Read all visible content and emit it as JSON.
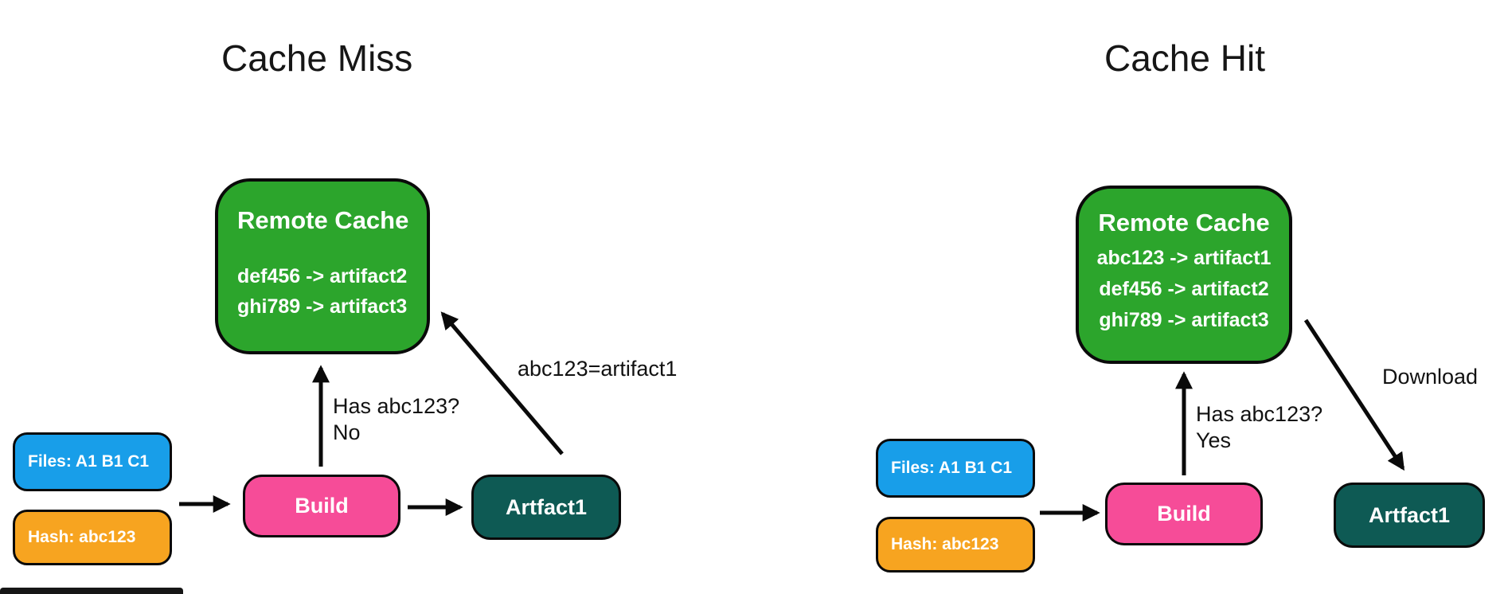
{
  "colors": {
    "green": "#2ca52c",
    "blue": "#189ee9",
    "orange": "#f7a420",
    "pink": "#f64c98",
    "teal": "#0e5a54",
    "ink": "#0a0a0a"
  },
  "left": {
    "title": "Cache Miss",
    "remote_cache": {
      "title": "Remote Cache",
      "entries": [
        "def456 -> artifact2",
        "ghi789 -> artifact3"
      ]
    },
    "files_label": "Files: A1 B1 C1",
    "hash_label": "Hash: abc123",
    "build_label": "Build",
    "artifact_label": "Artfact1",
    "arrow_labels": {
      "question": "Has abc123?",
      "answer": "No",
      "store": "abc123=artifact1"
    }
  },
  "right": {
    "title": "Cache Hit",
    "remote_cache": {
      "title": "Remote Cache",
      "entries": [
        "abc123 -> artifact1",
        "def456 -> artifact2",
        "ghi789 -> artifact3"
      ]
    },
    "files_label": "Files: A1 B1 C1",
    "hash_label": "Hash: abc123",
    "build_label": "Build",
    "artifact_label": "Artfact1",
    "arrow_labels": {
      "question": "Has abc123?",
      "answer": "Yes",
      "download": "Download"
    }
  }
}
